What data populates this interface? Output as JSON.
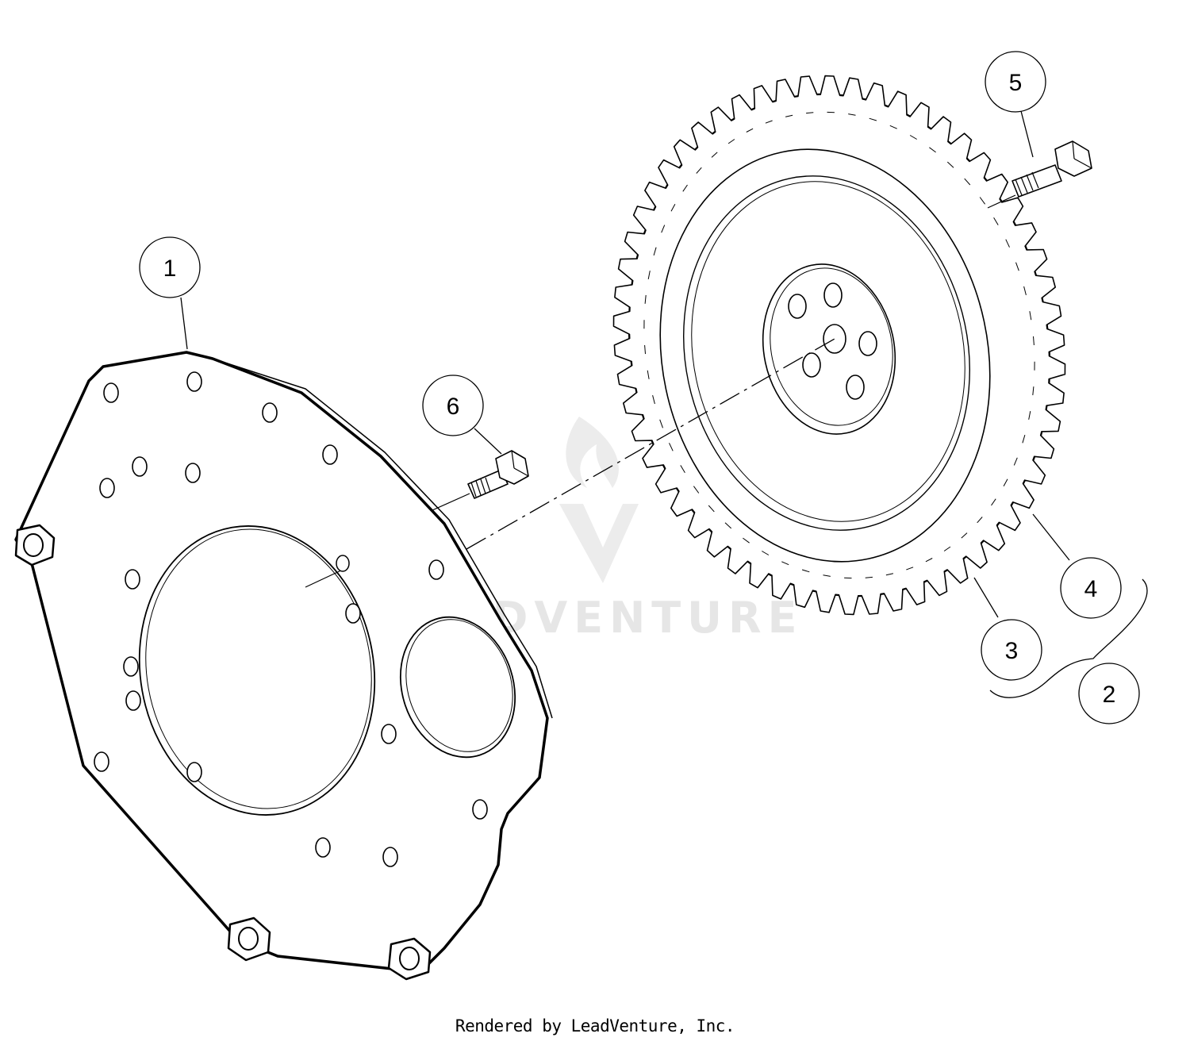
{
  "callouts": [
    {
      "id": "callout-1",
      "label": "1"
    },
    {
      "id": "callout-2",
      "label": "2"
    },
    {
      "id": "callout-3",
      "label": "3"
    },
    {
      "id": "callout-4",
      "label": "4"
    },
    {
      "id": "callout-5",
      "label": "5"
    },
    {
      "id": "callout-6",
      "label": "6"
    }
  ],
  "watermark": {
    "text": "LEADVENTURE",
    "color": "#e6e6e6"
  },
  "footer": {
    "text": "Rendered by LeadVenture, Inc."
  },
  "colors": {
    "line": "#000000",
    "background": "#ffffff"
  }
}
